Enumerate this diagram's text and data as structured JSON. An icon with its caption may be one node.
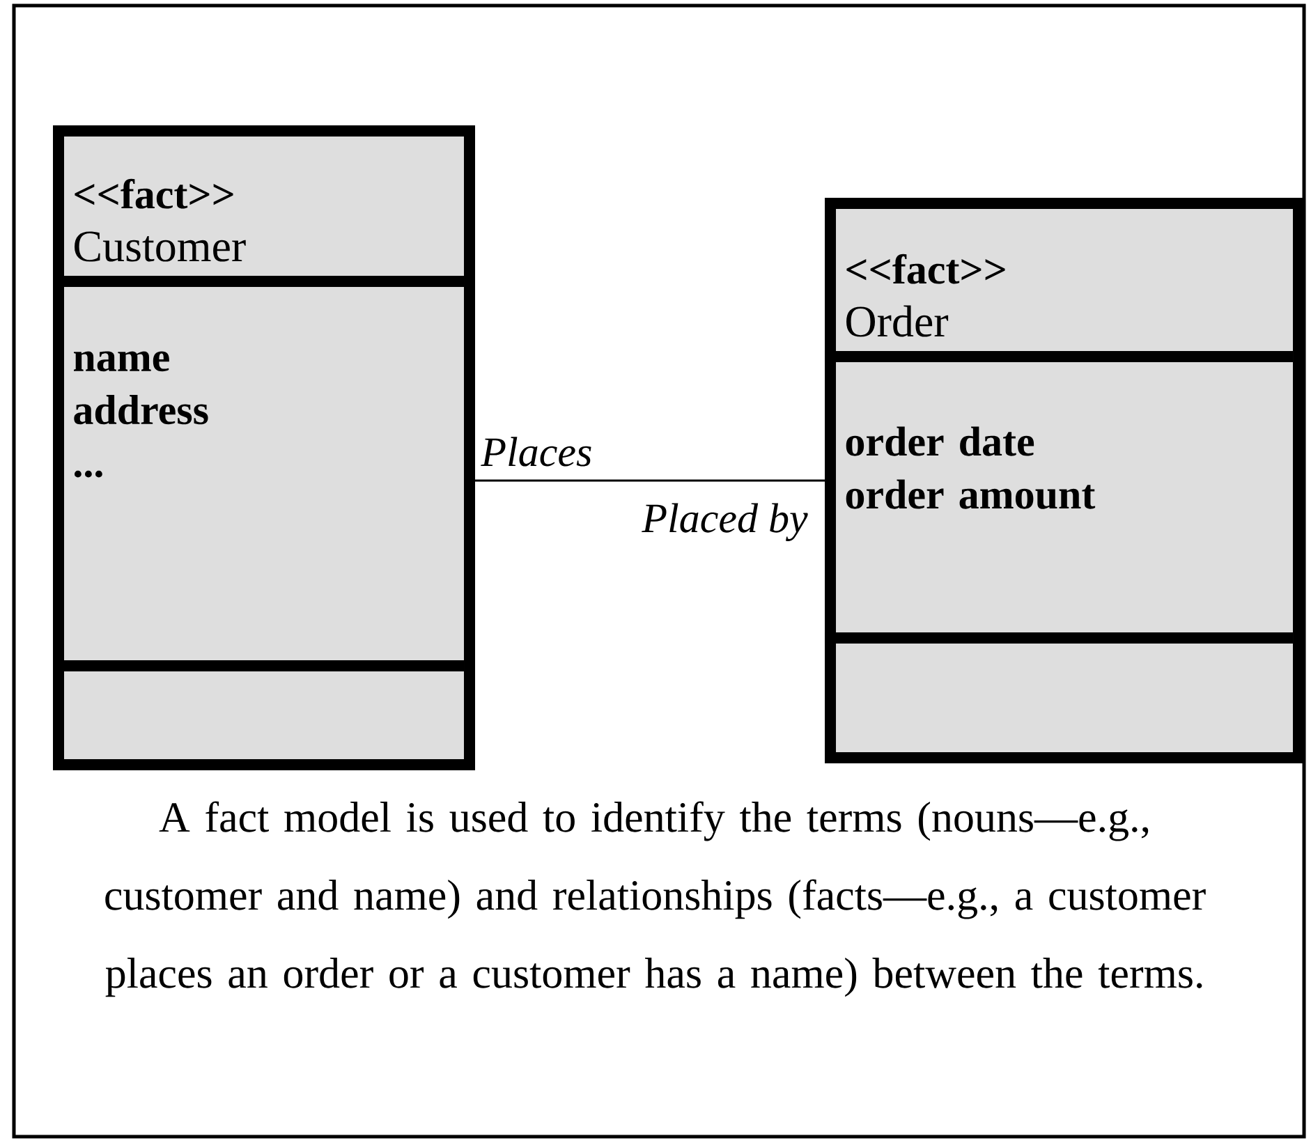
{
  "diagram": {
    "caption": "A fact model is used to identify the terms (nouns—e.g., customer and name) and relationships (facts—e.g., a customer places an order or a customer has a name) between the terms.",
    "nodes": [
      {
        "text": [
          "<<fact>>",
          "Customer",
          "name address ..."
        ]
      },
      {
        "text": [
          "<<fact>>",
          "Order",
          "order date order amount"
        ]
      }
    ],
    "edges": [
      {
        "from": 0,
        "to": 1,
        "arrow": "none",
        "label": "Places"
      }
    ],
    "labels": [
      "Placed by"
    ]
  }
}
